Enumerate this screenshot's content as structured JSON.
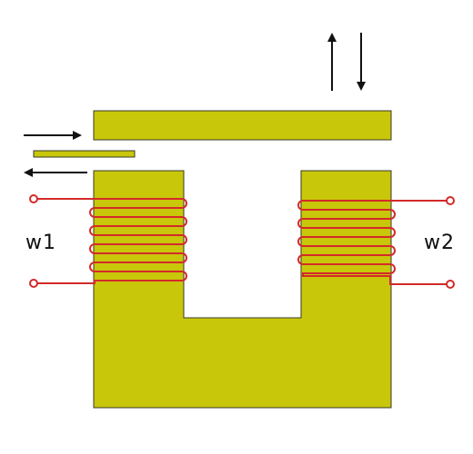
{
  "labels": {
    "left_winding": "w1",
    "right_winding": "w2"
  },
  "colors": {
    "core": "#c8c70a",
    "core_outline": "#3a3a2a",
    "winding": "#d42a2a",
    "arrow": "#111111",
    "background": "#ffffff"
  },
  "windings": [
    {
      "name": "w1",
      "turns": 4
    },
    {
      "name": "w2",
      "turns": 4
    }
  ],
  "arrows": {
    "horizontal": [
      "right",
      "left"
    ],
    "vertical": [
      "up",
      "down"
    ]
  }
}
